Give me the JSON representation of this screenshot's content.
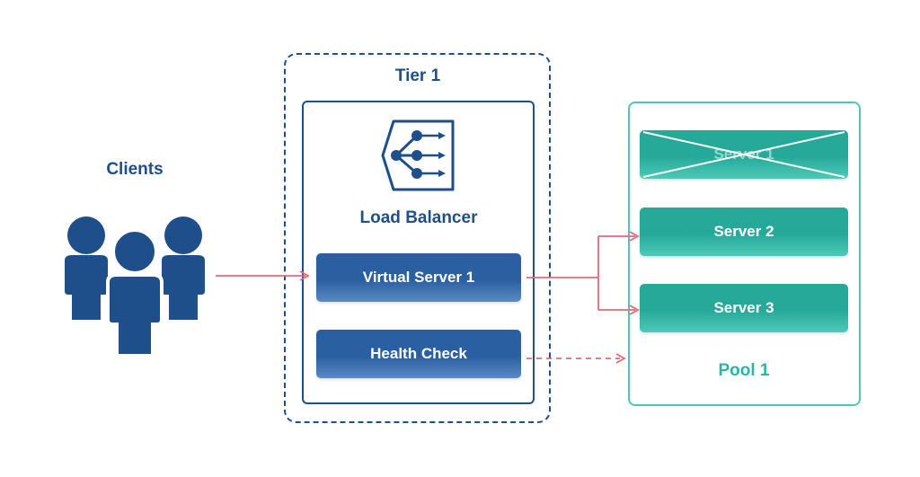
{
  "clients": {
    "label": "Clients"
  },
  "tier": {
    "label": "Tier 1"
  },
  "load_balancer": {
    "icon": "load-balancer-icon",
    "label": "Load Balancer",
    "virtual_server": "Virtual Server 1",
    "health_check": "Health Check"
  },
  "pool": {
    "label": "Pool 1",
    "servers": [
      {
        "label": "Server 1",
        "status": "down"
      },
      {
        "label": "Server 2",
        "status": "up"
      },
      {
        "label": "Server 3",
        "status": "up"
      }
    ]
  },
  "colors": {
    "primary_blue": "#1f4f8a",
    "button_blue": "#2a5fa2",
    "teal": "#2bb5a3",
    "connector_red": "#e26a78"
  }
}
